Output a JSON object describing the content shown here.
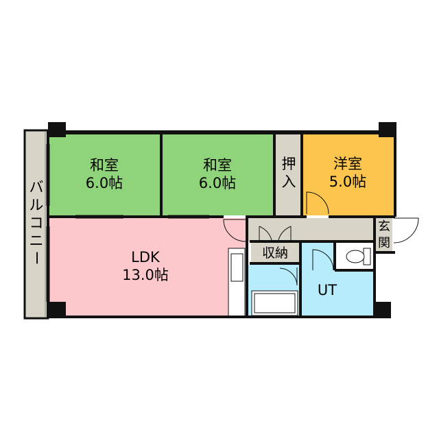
{
  "floorplan": {
    "colors": {
      "wall": "#111111",
      "washitsu": "#8fd47a",
      "youshitsu": "#fcc54e",
      "ldk": "#fdc8cc",
      "wet": "#b6ecfb",
      "corridor": "#d8d4c8",
      "fixture": "#ffffff"
    },
    "rooms": {
      "washitsu1": {
        "name": "和室",
        "size": "6.0帖"
      },
      "washitsu2": {
        "name": "和室",
        "size": "6.0帖"
      },
      "oshiire": {
        "line1": "押",
        "line2": "入"
      },
      "youshitsu": {
        "name": "洋室",
        "size": "5.0帖"
      },
      "ldk": {
        "name": "LDK",
        "size": "13.0帖"
      },
      "shuunou": {
        "name": "収納"
      },
      "genkan": {
        "line1": "玄",
        "line2": "関"
      },
      "ut": {
        "name": "UT"
      },
      "balcony": {
        "chars": [
          "バ",
          "ル",
          "コ",
          "ニ",
          "ー"
        ]
      }
    }
  }
}
